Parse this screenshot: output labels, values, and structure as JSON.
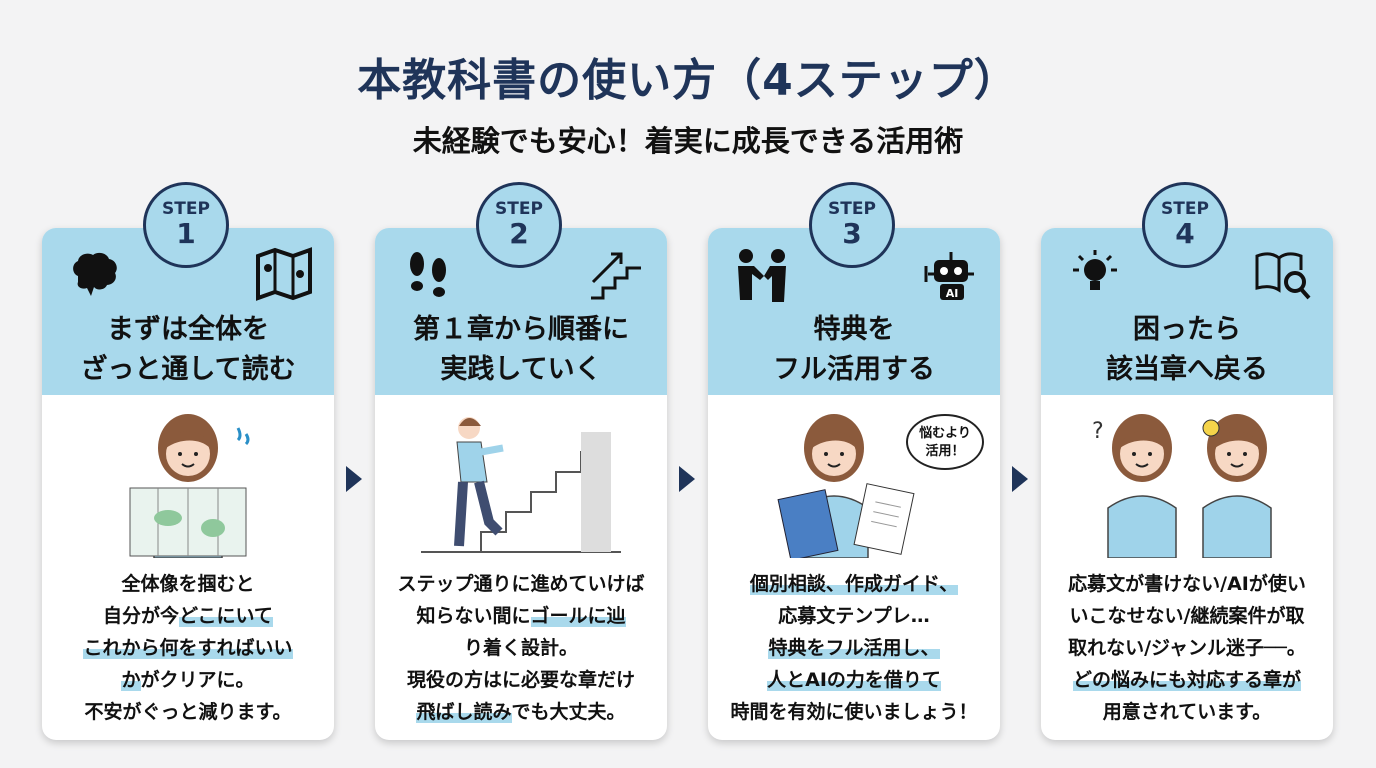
{
  "title": "本教科書の使い方（4ステップ）",
  "subtitle": "未経験でも安心！着実に成長できる活用術",
  "colors": {
    "navy": "#1f3459",
    "light_blue": "#a9d9ec"
  },
  "steps": [
    {
      "step_label": "STEP",
      "number": "1",
      "icons": [
        "brain-icon",
        "map-icon"
      ],
      "title_lines": [
        "まずは全体を",
        "ざっと通して読む"
      ],
      "body_lines": [
        [
          {
            "t": "全体像を掴むと",
            "hl": false
          }
        ],
        [
          {
            "t": "自分が今",
            "hl": false
          },
          {
            "t": "どこにいて",
            "hl": true
          }
        ],
        [
          {
            "t": "これから何をすればいい",
            "hl": true
          }
        ],
        [
          {
            "t": "か",
            "hl": true
          },
          {
            "t": "がクリアに。",
            "hl": false
          }
        ],
        [
          {
            "t": "不安がぐっと減ります。",
            "hl": false
          }
        ]
      ]
    },
    {
      "step_label": "STEP",
      "number": "2",
      "icons": [
        "footprints-icon",
        "stairs-arrow-icon"
      ],
      "title_lines": [
        "第１章から順番に",
        "実践していく"
      ],
      "body_lines": [
        [
          {
            "t": "ステップ通りに進めていけば",
            "hl": false
          }
        ],
        [
          {
            "t": "知らない間に",
            "hl": false
          },
          {
            "t": "ゴールに辿",
            "hl": true
          }
        ],
        [
          {
            "t": "り着く設計。",
            "hl": false
          }
        ],
        [
          {
            "t": "現役の方はに必要な章だけ",
            "hl": false
          }
        ],
        [
          {
            "t": "飛ばし読み",
            "hl": true
          },
          {
            "t": "でも大丈夫。",
            "hl": false
          }
        ]
      ]
    },
    {
      "step_label": "STEP",
      "number": "3",
      "icons": [
        "handshake-icon",
        "ai-robot-icon"
      ],
      "robot_badge": "AI",
      "title_lines": [
        "特典を",
        "フル活用する"
      ],
      "speech_bubble": [
        "悩むより",
        "活用！"
      ],
      "body_lines": [
        [
          {
            "t": "個別相談、作成ガイド、",
            "hl": true
          }
        ],
        [
          {
            "t": "応募文テンプレ…",
            "hl": false
          }
        ],
        [
          {
            "t": "特典をフル活用し、",
            "hl": true
          }
        ],
        [
          {
            "t": "人とAIの力を借りて",
            "hl": true
          }
        ],
        [
          {
            "t": "時間を有効に使いましょう！",
            "hl": false
          }
        ]
      ]
    },
    {
      "step_label": "STEP",
      "number": "4",
      "icons": [
        "lightbulb-icon",
        "book-search-icon"
      ],
      "title_lines": [
        "困ったら",
        "該当章へ戻る"
      ],
      "body_lines": [
        [
          {
            "t": "応募文が書けない/AIが使い",
            "hl": false
          }
        ],
        [
          {
            "t": "いこなせない/継続案件が取",
            "hl": false
          }
        ],
        [
          {
            "t": "取れない/ジャンル迷子──。",
            "hl": false
          }
        ],
        [
          {
            "t": "どの悩みにも対応する章が",
            "hl": true
          }
        ],
        [
          {
            "t": "用意されています。",
            "hl": false
          }
        ]
      ]
    }
  ]
}
